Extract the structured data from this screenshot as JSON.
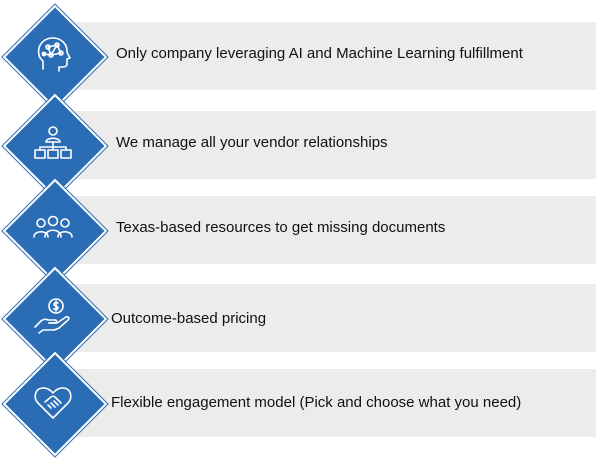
{
  "features": [
    {
      "label": "Only company leveraging AI and Machine Learning fulfillment",
      "icon": "brain-head-icon"
    },
    {
      "label": "We manage all your vendor relationships",
      "icon": "org-chart-icon"
    },
    {
      "label": "Texas-based resources to get missing documents",
      "icon": "team-icon"
    },
    {
      "label": "Outcome-based pricing",
      "icon": "hand-dollar-icon"
    },
    {
      "label": "Flexible engagement model (Pick and choose what you need)",
      "icon": "heart-handshake-icon"
    }
  ],
  "colors": {
    "accent": "#2b6db5",
    "bar": "#ececec",
    "icon": "#ffffff"
  }
}
